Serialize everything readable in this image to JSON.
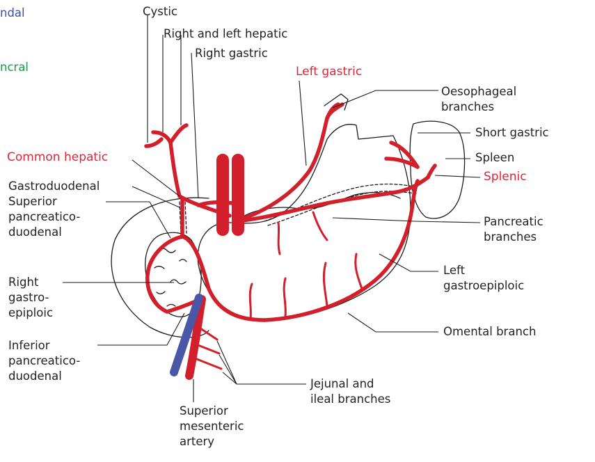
{
  "colors": {
    "artery": "#d21f2b",
    "vein": "#4a56a6",
    "outline": "#1a1a1a",
    "highlight_label": "#d62a3a",
    "fragment_blue": "#3b4fa8",
    "fragment_green": "#1a9a4a"
  },
  "labels": {
    "fragment_top": "ndal",
    "fragment_second": "ncral",
    "cystic": "Cystic",
    "right_left_hepatic": "Right and left hepatic",
    "right_gastric": "Right gastric",
    "left_gastric": "Left gastric",
    "oesophageal": "Oesophageal\nbranches",
    "short_gastric": "Short gastric",
    "spleen": "Spleen",
    "splenic": "Splenic",
    "common_hepatic": "Common hepatic",
    "gastroduodenal": "Gastroduodenal",
    "superior_pd": "Superior\npancreatico-\nduodenal",
    "pancreatic": "Pancreatic\nbranches",
    "right_gastroepiploic": "Right\ngastro-\nepiploic",
    "left_gastroepiploic": "Left\ngastroepiploic",
    "inferior_pd": "Inferior\npancreatico-\nduodenal",
    "omental": "Omental branch",
    "jejunal": "Jejunal and\nileal branches",
    "sma": "Superior\nmesenteric\nartery"
  }
}
